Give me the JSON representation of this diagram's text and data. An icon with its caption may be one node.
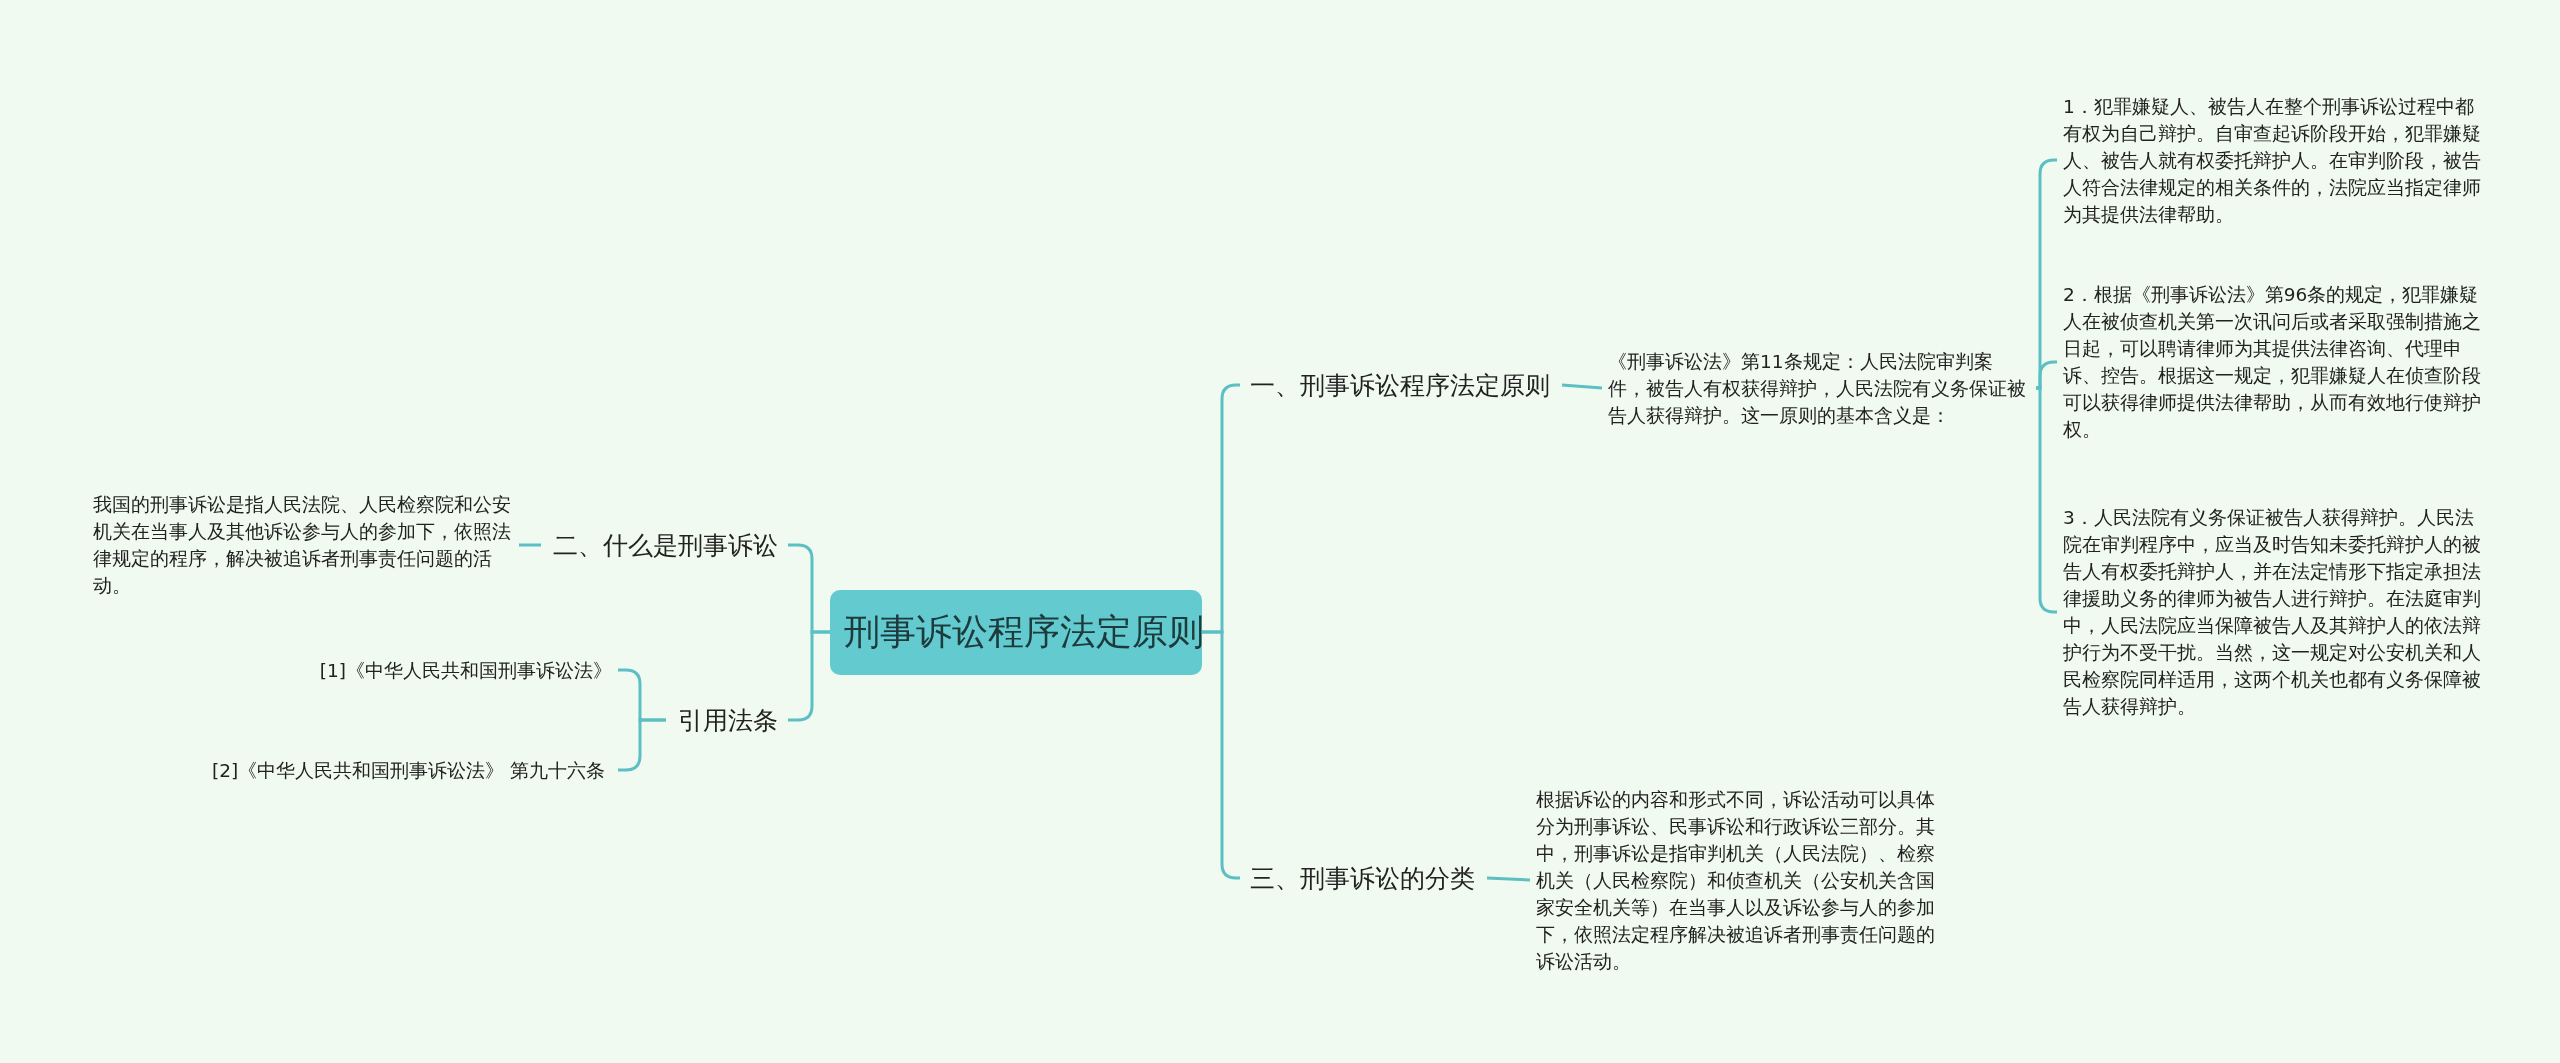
{
  "diagram": {
    "nodes": [
      {
        "text": [
          "刑事诉讼程序法定原则"
        ]
      },
      {
        "text": [
          "一、刑事诉讼程序法定原则"
        ]
      },
      {
        "text": [
          "《刑事诉讼法》第11条规定：人民法院审判案件，被告人有权获得辩护，人民法院有义务保证被告人获得辩护。这一原则的基本含义是："
        ]
      },
      {
        "text": [
          "1．犯罪嫌疑人、被告人在整个刑事诉讼过程中都有权为自己辩护。自审查起诉阶段开始，犯罪嫌疑人、被告人就有权委托辩护人。在审判阶段，被告人符合法律规定的相关条件的，法院应当指定律师为其提供法律帮助。"
        ]
      },
      {
        "text": [
          "2．根据《刑事诉讼法》第96条的规定，犯罪嫌疑人在被侦查机关第一次讯问后或者采取强制措施之日起，可以聘请律师为其提供法律咨询、代理申诉、控告。根据这一规定，犯罪嫌疑人在侦查阶段可以获得律师提供法律帮助，从而有效地行使辩护权。"
        ]
      },
      {
        "text": [
          "3．人民法院有义务保证被告人获得辩护。人民法院在审判程序中，应当及时告知未委托辩护人的被告人有权委托辩护人，并在法定情形下指定承担法律援助义务的律师为被告人进行辩护。在法庭审判中，人民法院应当保障被告人及其辩护人的依法辩护行为不受干扰。当然，这一规定对公安机关和人民检察院同样适用，这两个机关也都有义务保障被告人获得辩护。"
        ]
      },
      {
        "text": [
          "三、刑事诉讼的分类"
        ]
      },
      {
        "text": [
          "根据诉讼的内容和形式不同，诉讼活动可以具体分为刑事诉讼、民事诉讼和行政诉讼三部分。其中，刑事诉讼是指审判机关（人民法院）、检察机关（人民检察院）和侦查机关（公安机关含国家安全机关等）在当事人以及诉讼参与人的参加下，依照法定程序解决被追诉者刑事责任问题的诉讼活动。"
        ]
      },
      {
        "text": [
          "二、什么是刑事诉讼"
        ]
      },
      {
        "text": [
          "我国的刑事诉讼是指人民法院、人民检察院和公安机关在当事人及其他诉讼参与人的参加下，依照法律规定的程序，解决被追诉者刑事责任问题的活动。"
        ]
      },
      {
        "text": [
          "引用法条"
        ]
      },
      {
        "text": [
          "[1]《中华人民共和国刑事诉讼法》"
        ]
      },
      {
        "text": [
          "[2]《中华人民共和国刑事诉讼法》 第九十六条"
        ]
      }
    ],
    "edges": [
      {
        "from": 0,
        "to": 1,
        "arrow": "none"
      },
      {
        "from": 1,
        "to": 2,
        "arrow": "none"
      },
      {
        "from": 2,
        "to": 3,
        "arrow": "none"
      },
      {
        "from": 2,
        "to": 4,
        "arrow": "none"
      },
      {
        "from": 2,
        "to": 5,
        "arrow": "none"
      },
      {
        "from": 0,
        "to": 6,
        "arrow": "none"
      },
      {
        "from": 6,
        "to": 7,
        "arrow": "none"
      },
      {
        "from": 0,
        "to": 8,
        "arrow": "none"
      },
      {
        "from": 8,
        "to": 9,
        "arrow": "none"
      },
      {
        "from": 0,
        "to": 10,
        "arrow": "none"
      },
      {
        "from": 10,
        "to": 11,
        "arrow": "none"
      },
      {
        "from": 10,
        "to": 12,
        "arrow": "none"
      }
    ]
  }
}
